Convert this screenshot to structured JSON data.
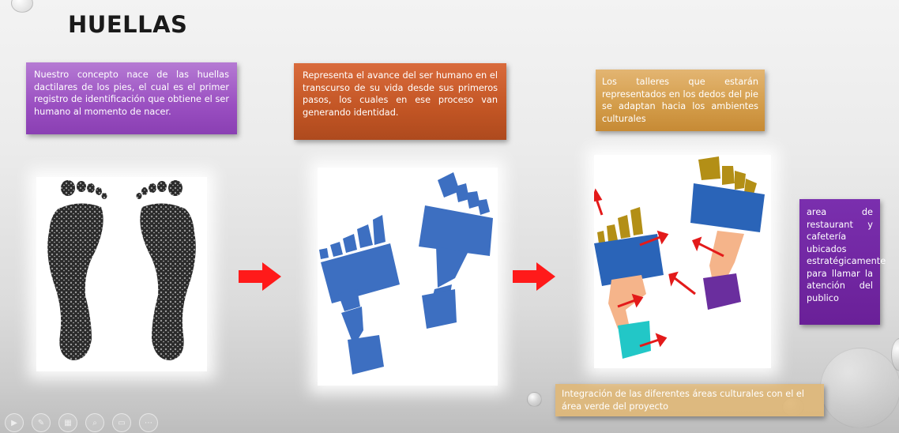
{
  "slide": {
    "title": "HUELLAS",
    "box_concept": "Nuestro concepto nace de las huellas dactilares de los pies, el cual es el primer registro de identificación que obtiene el ser humano al momento de nacer.",
    "box_advance": "Representa el avance del ser humano en el transcurso de su vida desde sus primeros pasos, los cuales en ese proceso van generando identidad.",
    "box_workshops": "Los talleres que estarán representados en los dedos del pie se adaptan hacia los ambientes culturales",
    "box_restaurant": "area de restaurant y cafetería ubicados estratégicamente para llamar la atención del publico",
    "box_integration": "Integración de las diferentes áreas culturales con el el área verde del proyecto"
  },
  "colors": {
    "purple": "#9a4fc1",
    "orange": "#c25524",
    "gold": "#d39c49",
    "violet": "#6a2098",
    "tan": "#deb778",
    "blue": "#3d6fc1",
    "arrow_red": "#ff1a1a"
  },
  "toolbar": {
    "icons": [
      "play-icon",
      "pen-icon",
      "slides-icon",
      "zoom-icon",
      "subtitles-icon",
      "more-icon"
    ],
    "glyphs": [
      "▶",
      "✎",
      "▦",
      "⌕",
      "▭",
      "⋯"
    ]
  }
}
